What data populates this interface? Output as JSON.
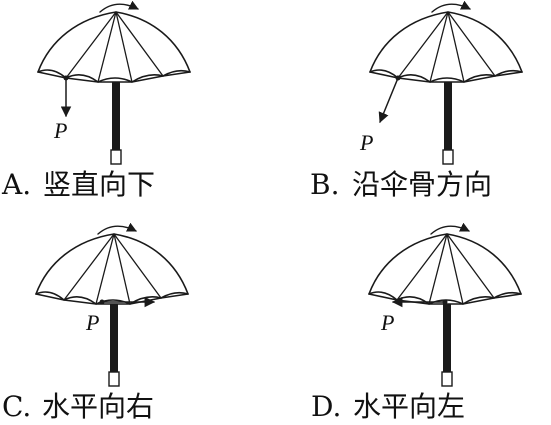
{
  "panels": [
    {
      "id": "A",
      "option": "A.",
      "caption": "竖直向下",
      "force_label": "P",
      "force_direction": "vertically downward"
    },
    {
      "id": "B",
      "option": "B.",
      "caption": "沿伞骨方向",
      "force_label": "P",
      "force_direction": "along the umbrella rib"
    },
    {
      "id": "C",
      "option": "C.",
      "caption": "水平向右",
      "force_label": "P",
      "force_direction": "horizontal to the right"
    },
    {
      "id": "D",
      "option": "D.",
      "caption": "水平向左",
      "force_label": "P",
      "force_direction": "horizontal to the left"
    }
  ],
  "colors": {
    "ink": "#1a1a1a",
    "background": "#ffffff"
  }
}
